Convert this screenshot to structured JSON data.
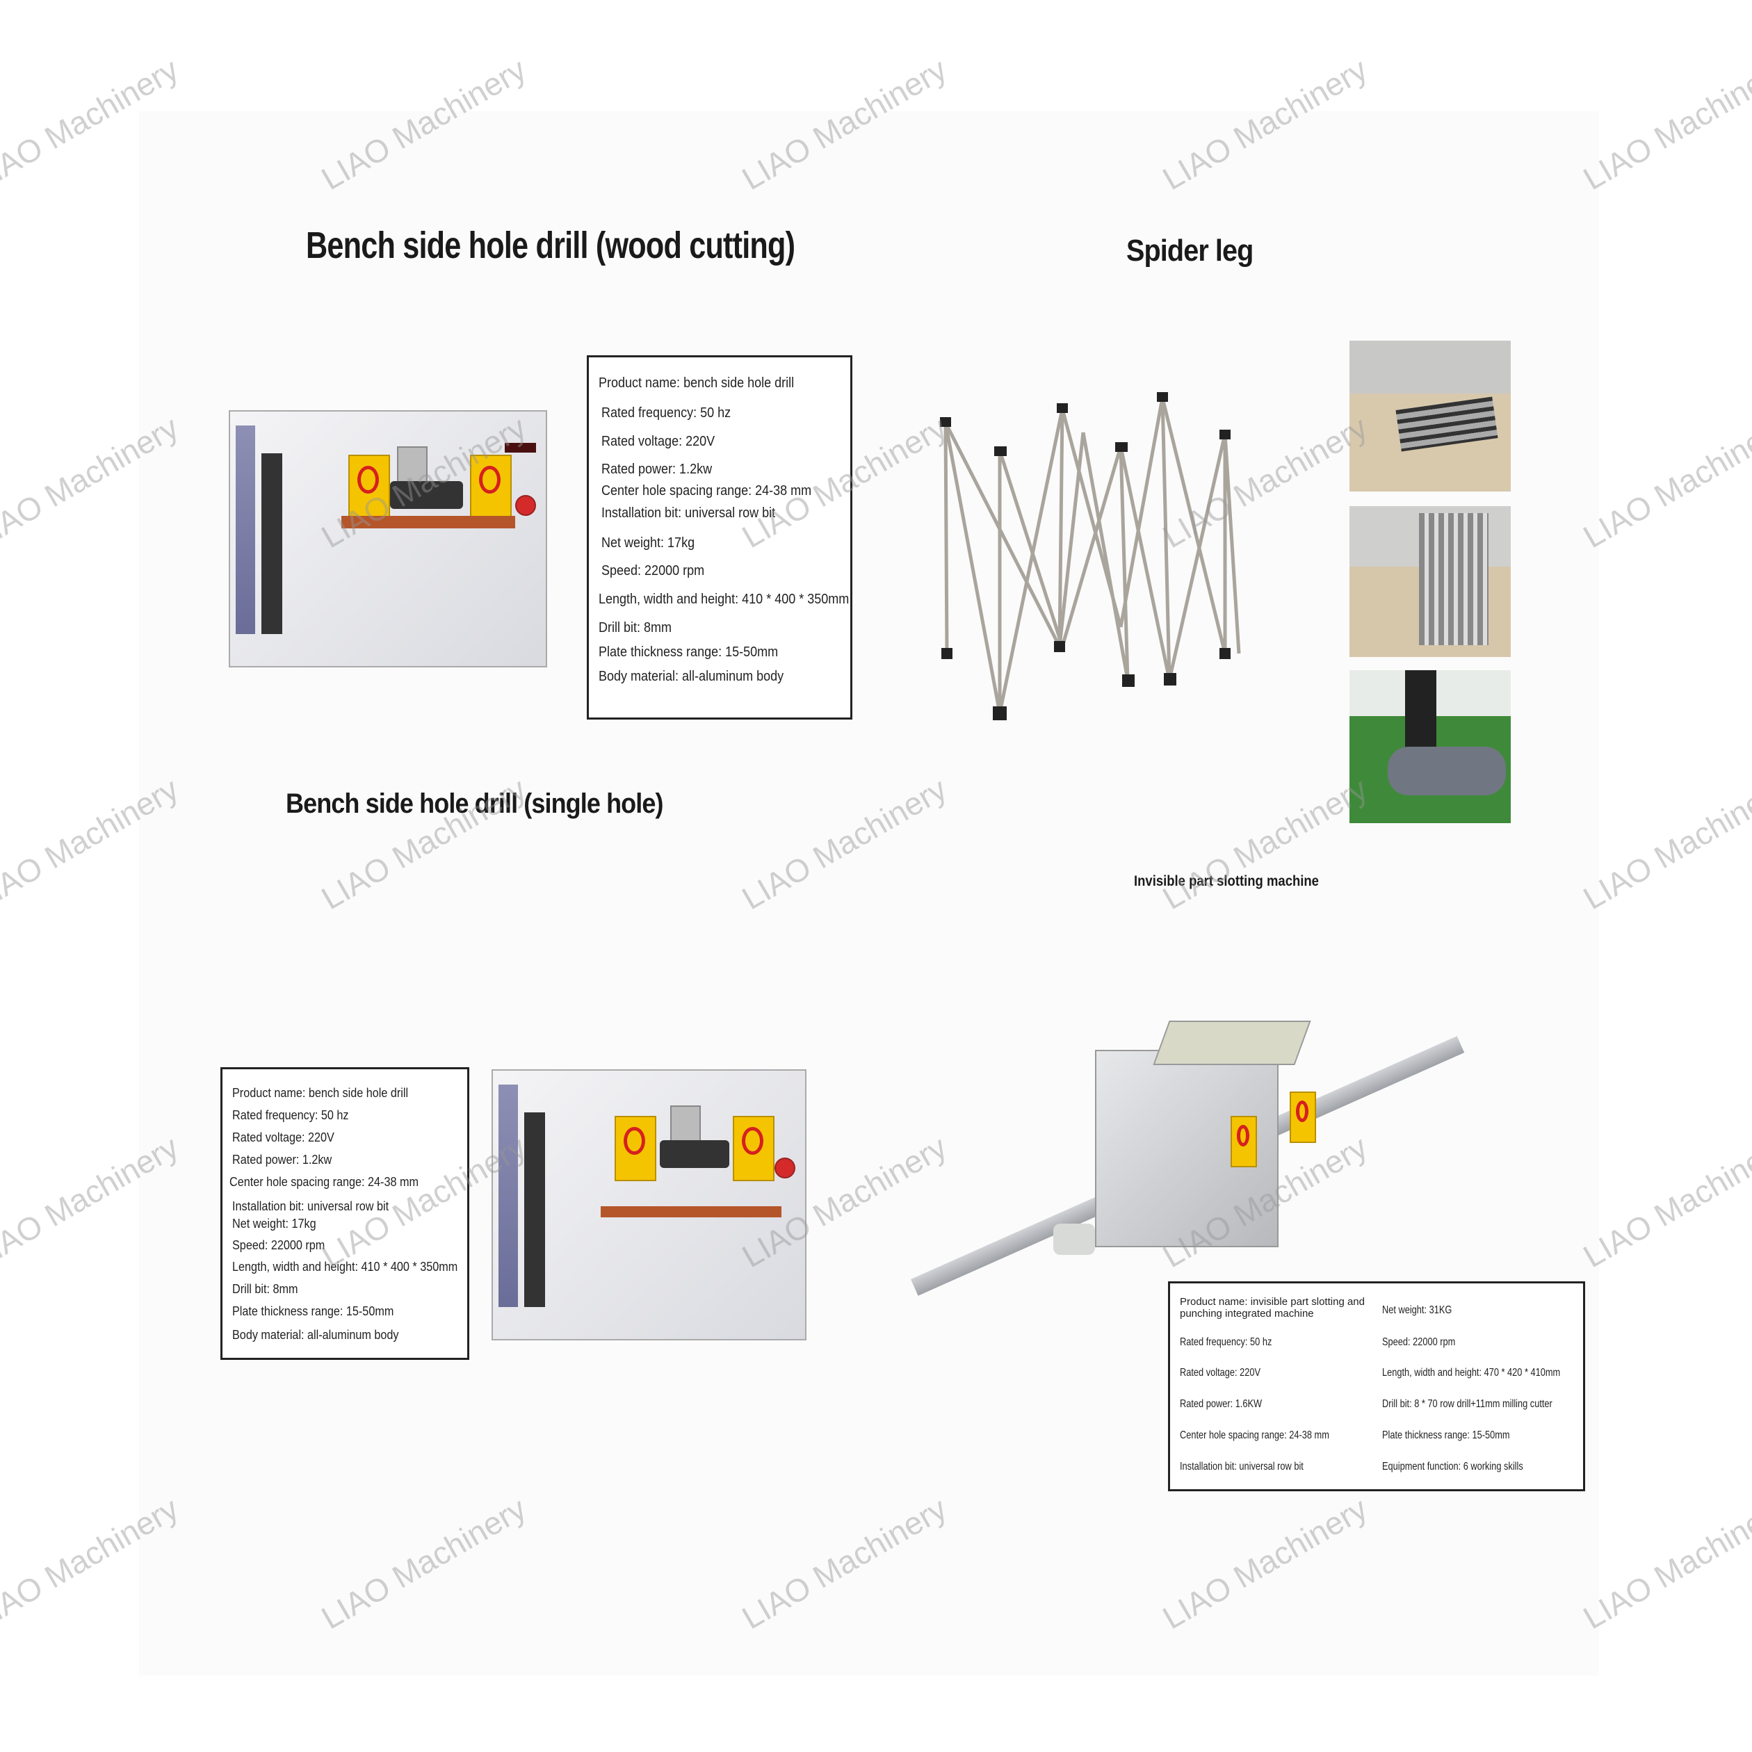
{
  "sections": {
    "wood_cutting": {
      "title": "Bench side hole drill (wood cutting)",
      "specs": [
        "Product name: bench side hole drill",
        "Rated frequency: 50 hz",
        "Rated voltage: 220V",
        "Rated power: 1.2kw",
        "Center hole spacing range: 24-38 mm",
        "Installation bit: universal row bit",
        "Net weight: 17kg",
        "Speed: 22000 rpm",
        "Length, width and height: 410 * 400 * 350mm",
        "Drill bit: 8mm",
        "Plate thickness range: 15-50mm",
        "Body material: all-aluminum body"
      ]
    },
    "spider_leg": {
      "title": "Spider leg"
    },
    "single_hole": {
      "title": "Bench side hole drill (single hole)",
      "specs": [
        "Product name: bench side hole drill",
        "Rated frequency: 50 hz",
        "Rated voltage: 220V",
        "Rated power: 1.2kw",
        "Center hole spacing range: 24-38 mm",
        "Installation bit: universal row bit",
        "Net weight: 17kg",
        "Speed: 22000 rpm",
        "Length, width and height: 410 * 400 * 350mm",
        "Drill bit: 8mm",
        "Plate thickness range: 15-50mm",
        "Body material: all-aluminum body"
      ]
    },
    "slotting": {
      "title": "Invisible part slotting machine",
      "specs_left": [
        "Product name: invisible part slotting and punching integrated machine",
        "Rated frequency: 50 hz",
        "Rated voltage: 220V",
        "Rated power: 1.6KW",
        "Center hole spacing range: 24-38 mm",
        "Installation bit: universal row bit"
      ],
      "specs_right": [
        "Net weight: 31KG",
        "Speed: 22000 rpm",
        "Length, width and height: 470 * 420 * 410mm",
        "Drill bit: 8 * 70 row drill+11mm milling cutter",
        "Plate thickness range: 15-50mm",
        "Equipment function: 6 working skills"
      ]
    }
  },
  "watermark": "LIAO Machinery"
}
